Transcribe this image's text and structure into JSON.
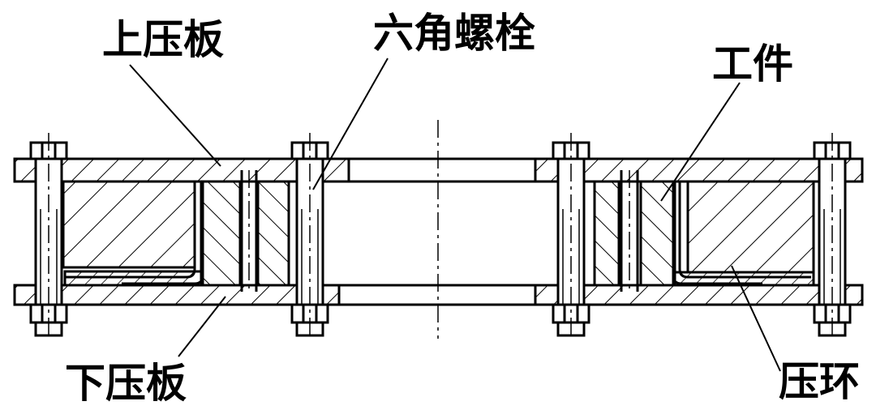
{
  "labels": {
    "upper_plate": "上压板",
    "hex_bolt": "六角螺栓",
    "workpiece": "工件",
    "lower_plate": "下压板",
    "press_ring": "压环"
  },
  "colors": {
    "line": "#000000",
    "background": "#ffffff"
  }
}
